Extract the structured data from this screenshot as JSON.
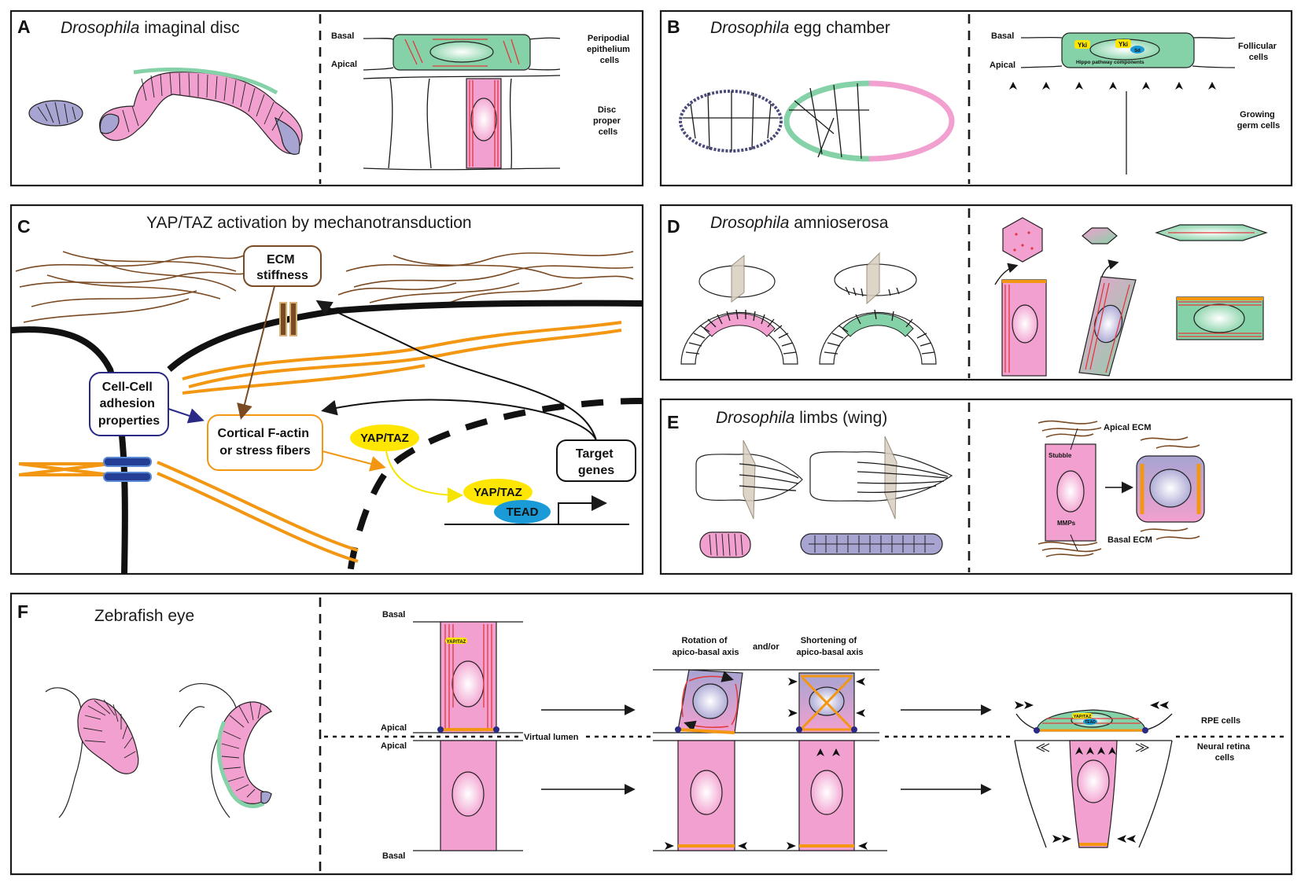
{
  "panels": {
    "A": {
      "letter": "A",
      "title_italic": "Drosophila",
      "title_rest": " imaginal disc",
      "basal": "Basal",
      "apical": "Apical",
      "peripodial": [
        "Peripodial",
        "epithelium",
        "cells"
      ],
      "disc_proper": [
        "Disc",
        "proper",
        "cells"
      ]
    },
    "B": {
      "letter": "B",
      "title_italic": "Drosophila",
      "title_rest": " egg chamber",
      "basal": "Basal",
      "apical": "Apical",
      "follicular": [
        "Follicular",
        "cells"
      ],
      "germ": [
        "Growing",
        "germ cells"
      ],
      "yki1": "Yki",
      "yki2": "Yki",
      "sd": "Sd",
      "hippo": "Hippo pathway components"
    },
    "C": {
      "letter": "C",
      "title": "YAP/TAZ activation by mechanotransduction",
      "ecm": [
        "ECM",
        "stiffness"
      ],
      "adhesion": [
        "Cell-Cell",
        "adhesion",
        "properties"
      ],
      "actin": [
        "Cortical F-actin",
        "or stress fibers"
      ],
      "yaptaz": "YAP/TAZ",
      "yaptaz2": "YAP/TAZ",
      "tead": "TEAD",
      "target": [
        "Target",
        "genes"
      ]
    },
    "D": {
      "letter": "D",
      "title_italic": "Drosophila",
      "title_rest": " amnioserosa"
    },
    "E": {
      "letter": "E",
      "title_italic": "Drosophila",
      "title_rest": " limbs (wing)",
      "apical_ecm": "Apical ECM",
      "basal_ecm": "Basal ECM",
      "stubble": "Stubble",
      "mmps": "MMPs"
    },
    "F": {
      "letter": "F",
      "title": "Zebrafish eye",
      "basal_top": "Basal",
      "apical1": "Apical",
      "apical2": "Apical",
      "basal_bottom": "Basal",
      "virtual_lumen": "Virtual lumen",
      "yaptaz_small": "YAP/TAZ",
      "rotation": [
        "Rotation of",
        "apico-basal axis"
      ],
      "andor": "and/or",
      "shortening": [
        "Shortening of",
        "apico-basal axis"
      ],
      "rpe": "RPE cells",
      "neural": [
        "Neural retina",
        "cells"
      ],
      "yaptaz_rpe": "YAP/TAZ",
      "tead_rpe": "TEAD"
    }
  },
  "colors": {
    "pink": "#f2a0cf",
    "green": "#86d2a8",
    "purple": "#a7a4d2",
    "orange": "#f39712",
    "red": "#e2383d",
    "brown": "#7a4a23",
    "navy": "#2a2a86",
    "yellow": "#ffe600",
    "blue": "#1a9ad6"
  }
}
